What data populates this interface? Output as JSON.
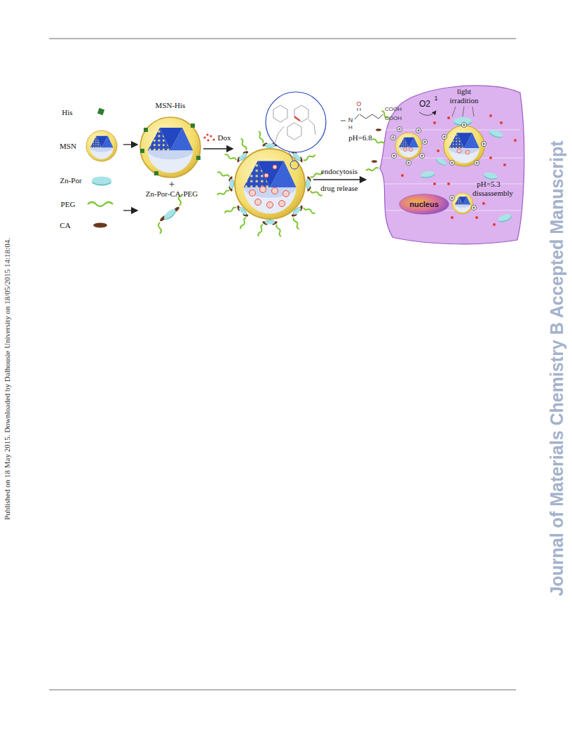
{
  "diagram": {
    "nodes": [
      {
        "text": [
          "nucleus"
        ]
      }
    ],
    "labels": [
      "Published on 18 May 2015. Downloaded by Dalhousie University on 18/05/2015 14:18:04.",
      "Journal of Materials Chemistry B Accepted Manuscript",
      "His",
      "MSN",
      "Zn-Por",
      "PEG",
      "CA",
      "MSN-His",
      "+",
      "Zn-Por-CA-PEG",
      "Dox",
      "endocytosis",
      "drug release",
      "O",
      "N",
      "H",
      "COOH",
      "COOH",
      "pH=6.8",
      "light",
      "irradition",
      "O2",
      "1",
      "pH=5.3",
      "dissassembly"
    ]
  }
}
